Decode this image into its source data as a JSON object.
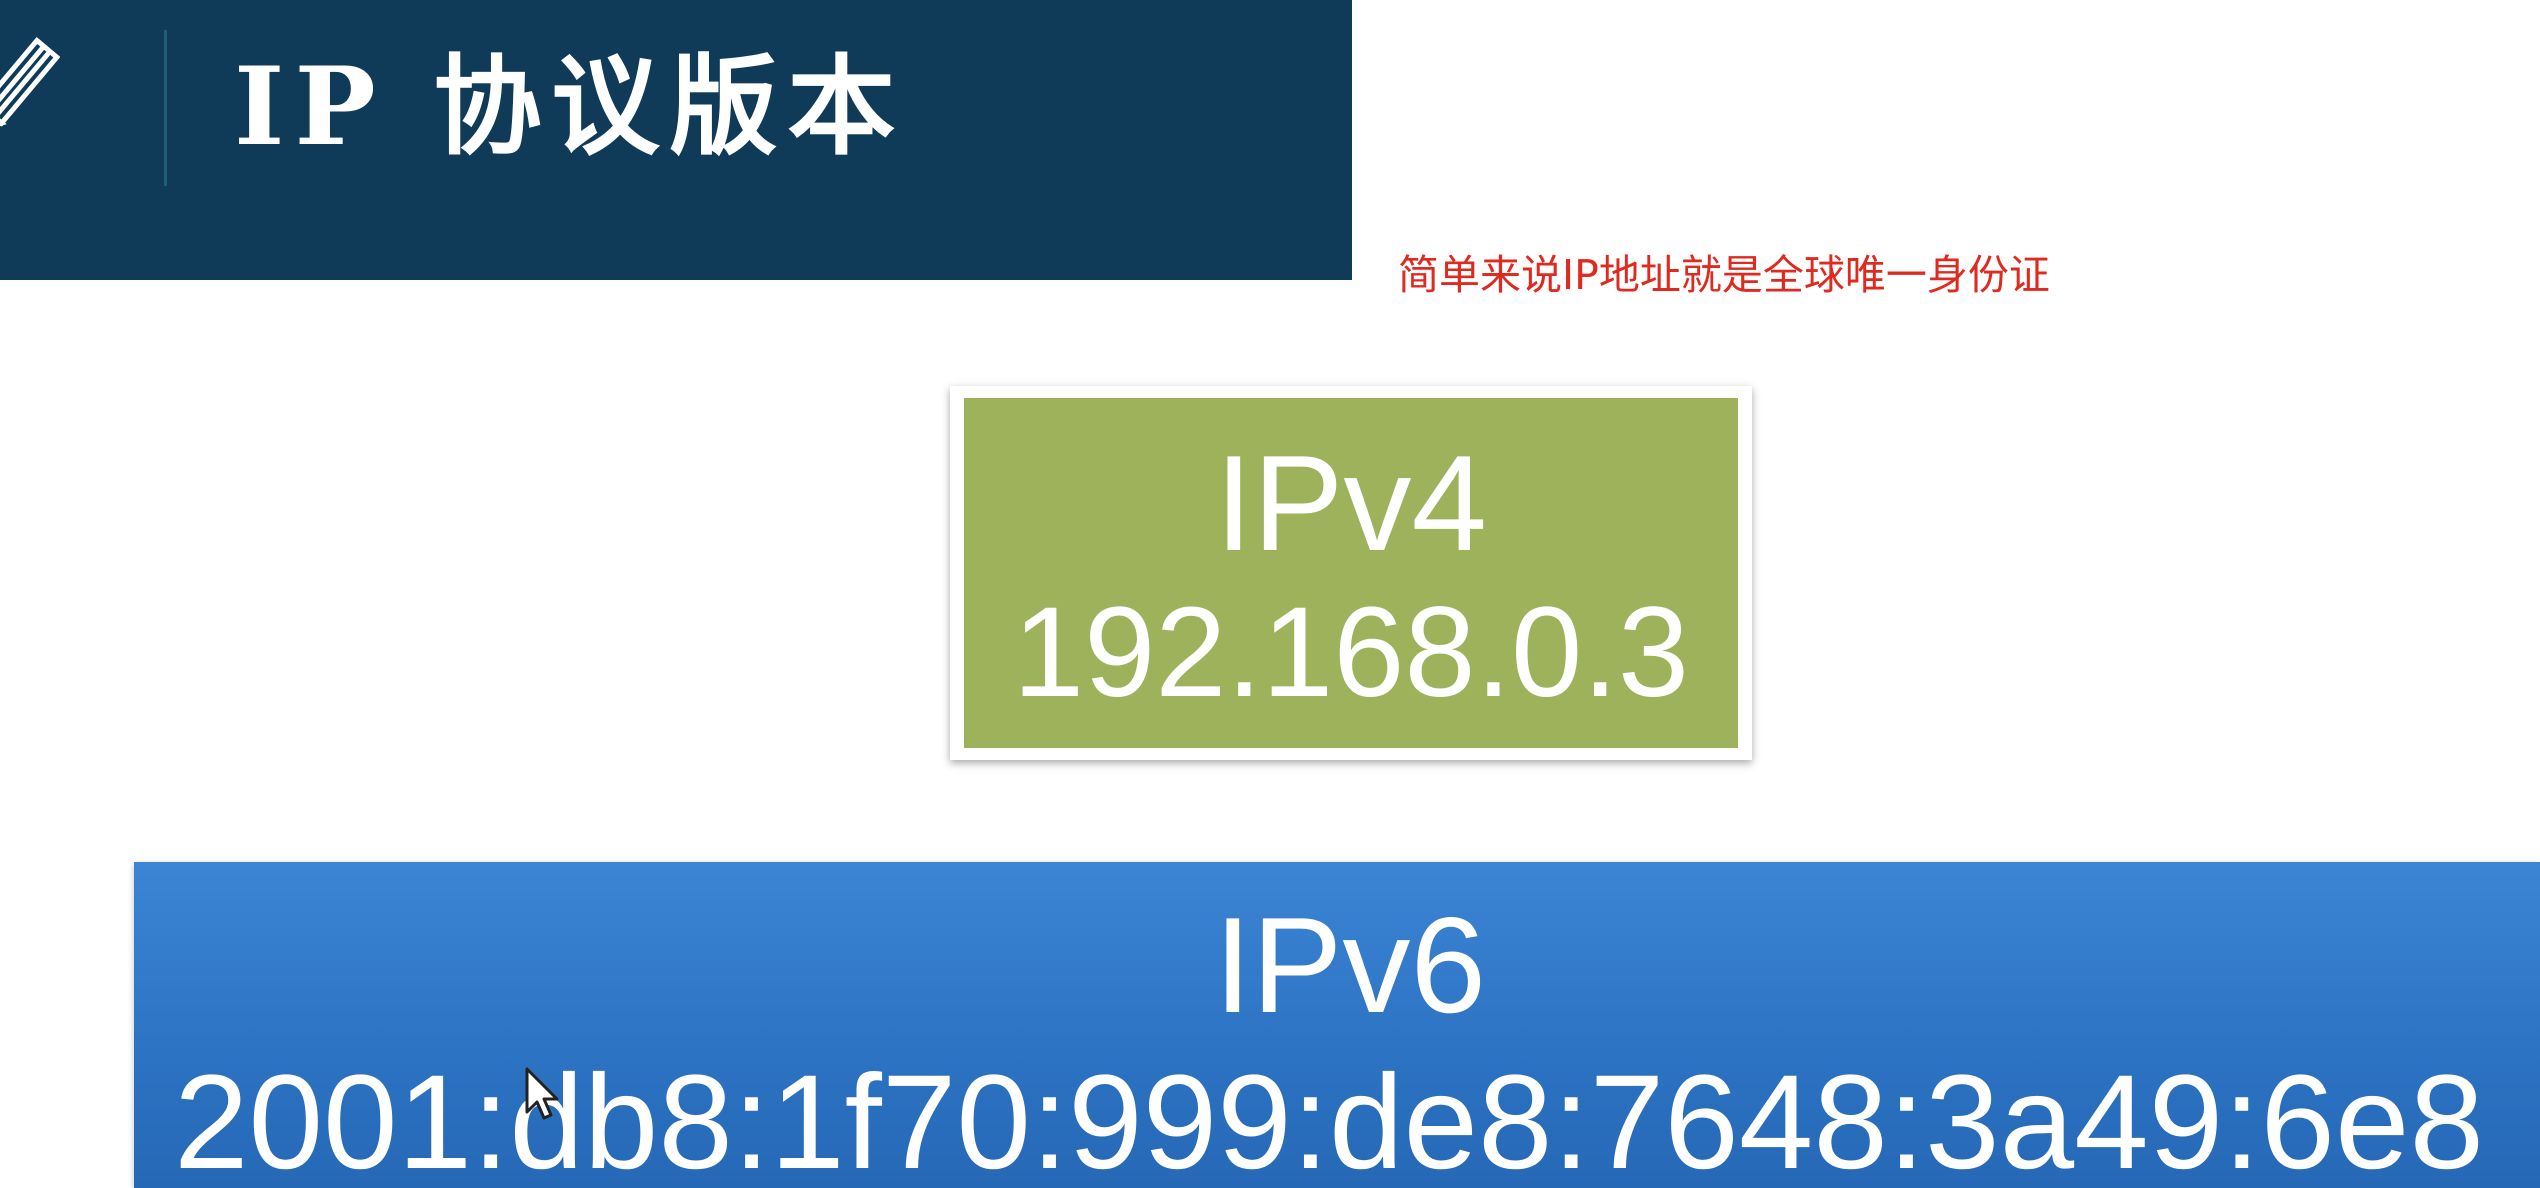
{
  "header": {
    "title": "IP 协议版本",
    "icon": "pencil-icon"
  },
  "annotation": {
    "text": "简单来说IP地址就是全球唯一身份证",
    "color": "#e02a20"
  },
  "ipv4": {
    "label": "IPv4",
    "address": "192.168.0.3",
    "color": "#9db25a"
  },
  "ipv6": {
    "label": "IPv6",
    "address": "2001:db8:1f70:999:de8:7648:3a49:6e8",
    "color": "#2d74c4"
  },
  "colors": {
    "banner": "#0f3b59",
    "text": "#ffffff"
  }
}
